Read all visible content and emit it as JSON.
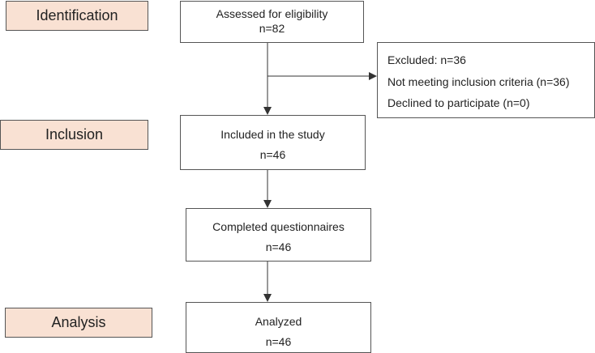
{
  "stages": {
    "identification": "Identification",
    "inclusion": "Inclusion",
    "analysis": "Analysis"
  },
  "boxes": {
    "assessed": {
      "title": "Assessed for eligibility",
      "count": "n=82"
    },
    "excluded": {
      "title": "Excluded: n=36",
      "reason_1": "Not meeting inclusion criteria (n=36)",
      "reason_2": "Declined to participate (n=0)"
    },
    "included": {
      "title": "Included in the study",
      "count": "n=46"
    },
    "completed": {
      "title": "Completed questionnaires",
      "count": "n=46"
    },
    "analyzed": {
      "title": "Analyzed",
      "count": "n=46"
    }
  },
  "colors": {
    "stage_fill": "#f9e1d3",
    "border": "#555555",
    "arrow": "#333333"
  }
}
